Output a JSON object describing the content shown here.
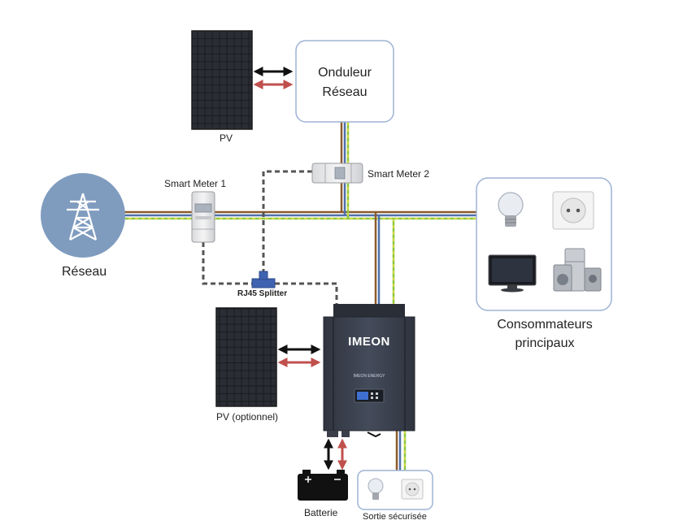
{
  "labels": {
    "pv_top": "PV",
    "grid_inverter": [
      "Onduleur",
      "Réseau"
    ],
    "smart_meter_1": "Smart Meter 1",
    "smart_meter_2": "Smart Meter 2",
    "grid": "Réseau",
    "rj45_splitter": "RJ45 Splitter",
    "pv_optional": "PV (optionnel)",
    "main_consumers": [
      "Consommateurs",
      "principaux"
    ],
    "battery": "Batterie",
    "backup_output": "Sortie sécurisée",
    "inverter_brand": "IMEON",
    "inverter_subbrand": "IMEON ENERGY"
  },
  "icons": {
    "grid": "electricity-pylon-icon",
    "solar_panels": "solar-panel-icon",
    "battery": "battery-icon",
    "consumers": [
      "light-bulb-icon",
      "power-outlet-icon",
      "television-icon",
      "home-appliances-icon"
    ],
    "backup": [
      "light-bulb-icon",
      "power-outlet-icon"
    ]
  },
  "colors": {
    "grid_circle": "#7f9cbf",
    "cable_brown": "#8b5a2b",
    "cable_blue": "#4f6fa8",
    "cable_green": "#8cc63f",
    "cable_yellow": "#f5e642",
    "arrow_black": "#111111",
    "arrow_red": "#c0504d",
    "data_cable": "#555555",
    "inverter_body": "#3c4250",
    "box_border": "#9db3d4"
  }
}
